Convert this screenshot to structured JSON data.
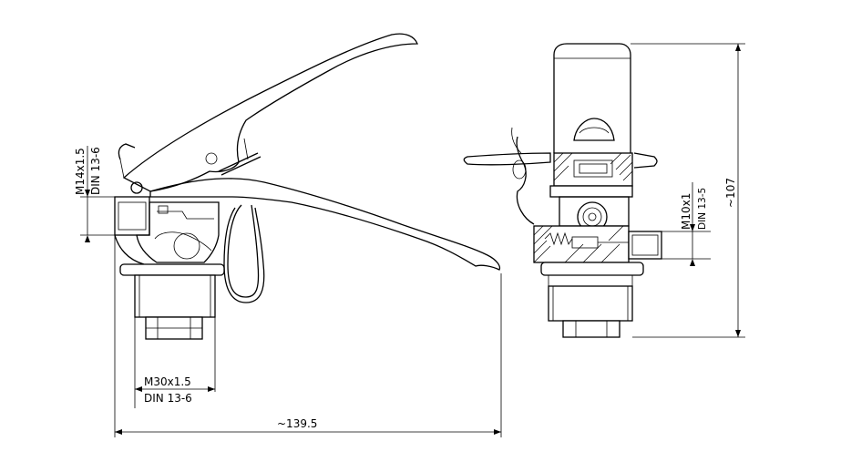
{
  "labels": {
    "thread_side": "M14x1.5",
    "thread_side_std": "DIN 13-6",
    "thread_bottom": "M30x1.5",
    "thread_bottom_std": "DIN 13-6",
    "length_dim": "~139.5",
    "thread_right": "M10x1",
    "thread_right_std": "DIN 13-5",
    "height_dim": "~107"
  }
}
